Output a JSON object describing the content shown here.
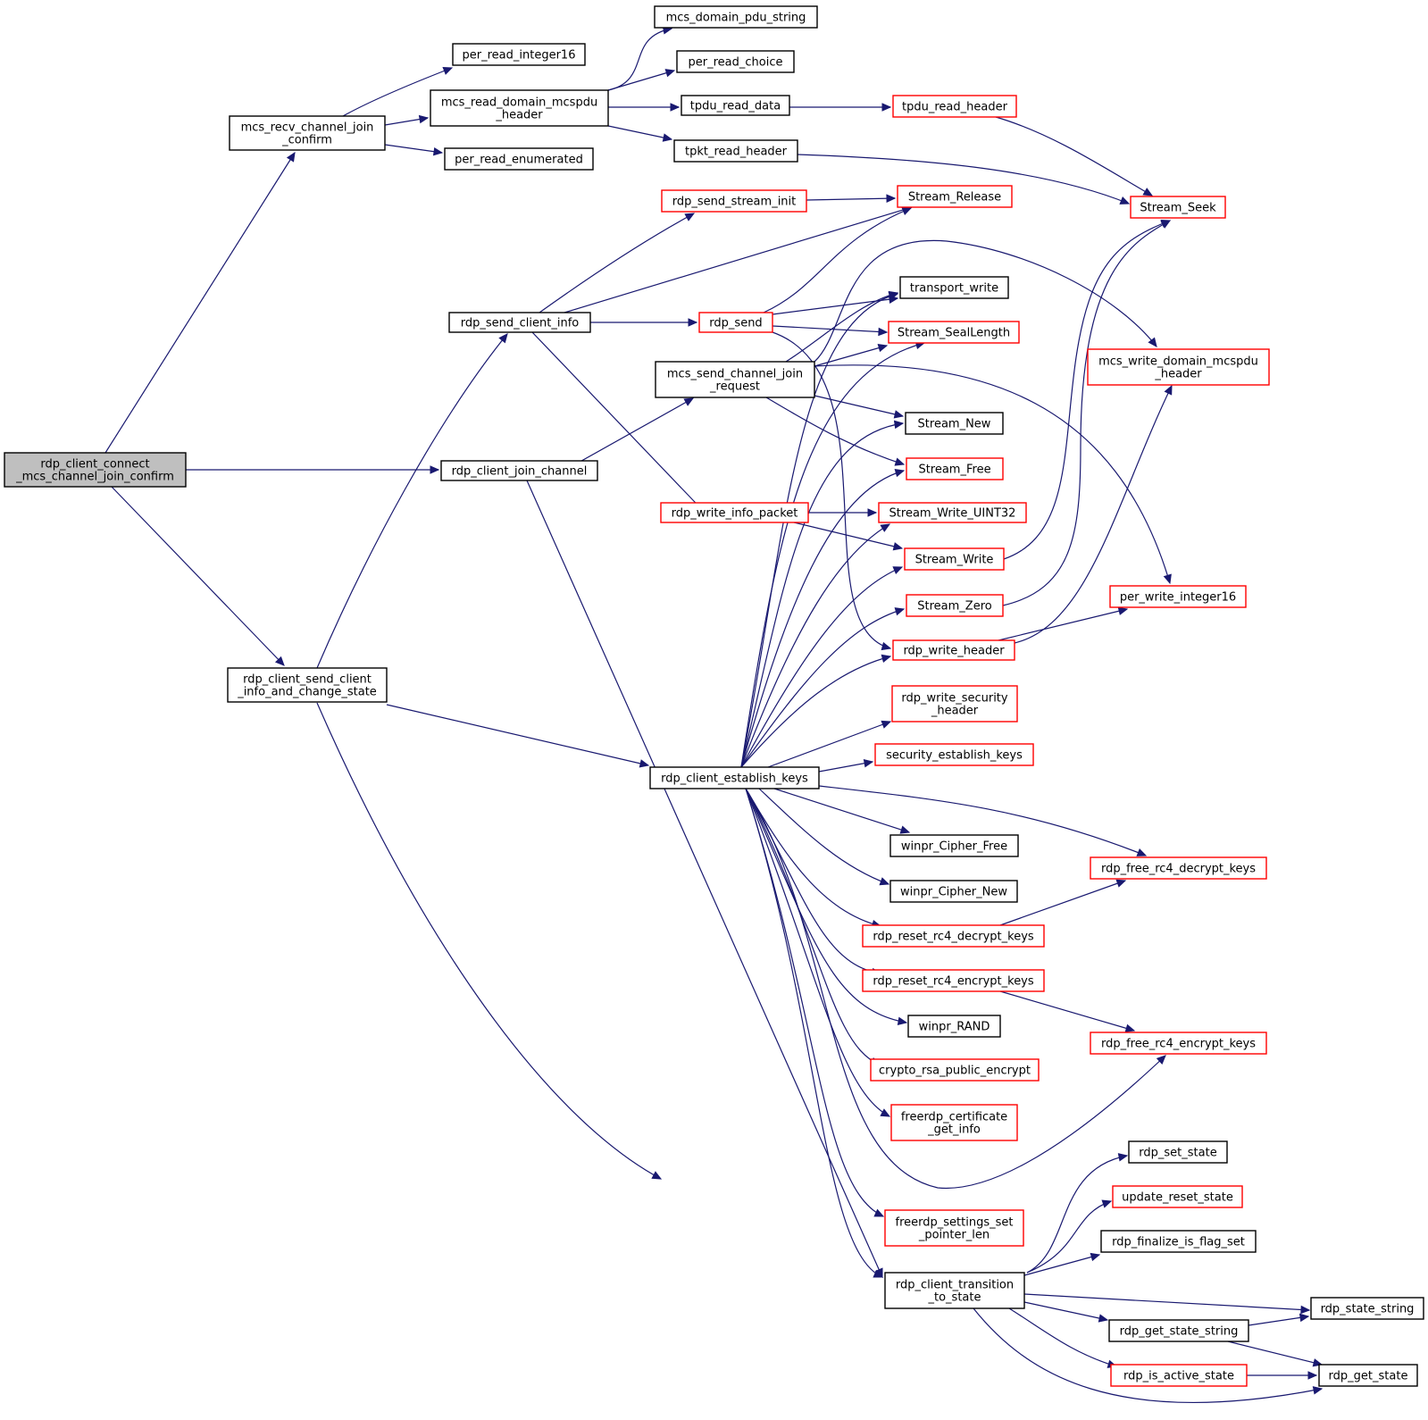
{
  "colors": {
    "edge": "#191970",
    "link_border": "#000000",
    "red_border": "#ff0000",
    "root_fill": "#bfbfbf"
  },
  "nodes": [
    {
      "id": "root",
      "lines": [
        "rdp_client_connect",
        "_mcs_channel_join_confirm"
      ],
      "border": "black",
      "root": true
    },
    {
      "id": "mcs_recv",
      "lines": [
        "mcs_recv_channel_join",
        "_confirm"
      ],
      "border": "black"
    },
    {
      "id": "join_channel",
      "lines": [
        "rdp_client_join_channel"
      ],
      "border": "black"
    },
    {
      "id": "send_client_info_cs",
      "lines": [
        "rdp_client_send_client",
        "_info_and_change_state"
      ],
      "border": "black"
    },
    {
      "id": "per_read_integer16",
      "lines": [
        "per_read_integer16"
      ],
      "border": "black"
    },
    {
      "id": "mcs_read_domain",
      "lines": [
        "mcs_read_domain_mcspdu",
        "_header"
      ],
      "border": "black"
    },
    {
      "id": "per_read_enumerated",
      "lines": [
        "per_read_enumerated"
      ],
      "border": "black"
    },
    {
      "id": "mcs_domain_pdu_string",
      "lines": [
        "mcs_domain_pdu_string"
      ],
      "border": "black"
    },
    {
      "id": "per_read_choice",
      "lines": [
        "per_read_choice"
      ],
      "border": "black"
    },
    {
      "id": "tpdu_read_data",
      "lines": [
        "tpdu_read_data"
      ],
      "border": "black"
    },
    {
      "id": "tpkt_read_header",
      "lines": [
        "tpkt_read_header"
      ],
      "border": "black"
    },
    {
      "id": "tpdu_read_header",
      "lines": [
        "tpdu_read_header"
      ],
      "border": "red"
    },
    {
      "id": "stream_seek",
      "lines": [
        "Stream_Seek"
      ],
      "border": "red"
    },
    {
      "id": "send_stream_init",
      "lines": [
        "rdp_send_stream_init"
      ],
      "border": "red"
    },
    {
      "id": "stream_release",
      "lines": [
        "Stream_Release"
      ],
      "border": "red"
    },
    {
      "id": "send_client_info",
      "lines": [
        "rdp_send_client_info"
      ],
      "border": "black"
    },
    {
      "id": "rdp_send",
      "lines": [
        "rdp_send"
      ],
      "border": "red"
    },
    {
      "id": "transport_write",
      "lines": [
        "transport_write"
      ],
      "border": "black"
    },
    {
      "id": "stream_seallength",
      "lines": [
        "Stream_SealLength"
      ],
      "border": "red"
    },
    {
      "id": "mcs_write_domain",
      "lines": [
        "mcs_write_domain_mcspdu",
        "_header"
      ],
      "border": "red"
    },
    {
      "id": "mcs_send_join",
      "lines": [
        "mcs_send_channel_join",
        "_request"
      ],
      "border": "black"
    },
    {
      "id": "stream_new",
      "lines": [
        "Stream_New"
      ],
      "border": "black"
    },
    {
      "id": "stream_free",
      "lines": [
        "Stream_Free"
      ],
      "border": "red"
    },
    {
      "id": "write_info_packet",
      "lines": [
        "rdp_write_info_packet"
      ],
      "border": "red"
    },
    {
      "id": "stream_write_uint32",
      "lines": [
        "Stream_Write_UINT32"
      ],
      "border": "red"
    },
    {
      "id": "stream_write",
      "lines": [
        "Stream_Write"
      ],
      "border": "red"
    },
    {
      "id": "per_write_integer16",
      "lines": [
        "per_write_integer16"
      ],
      "border": "red"
    },
    {
      "id": "stream_zero",
      "lines": [
        "Stream_Zero"
      ],
      "border": "red"
    },
    {
      "id": "write_header",
      "lines": [
        "rdp_write_header"
      ],
      "border": "red"
    },
    {
      "id": "write_security_header",
      "lines": [
        "rdp_write_security",
        "_header"
      ],
      "border": "red"
    },
    {
      "id": "security_establish_keys",
      "lines": [
        "security_establish_keys"
      ],
      "border": "red"
    },
    {
      "id": "establish_keys",
      "lines": [
        "rdp_client_establish_keys"
      ],
      "border": "black"
    },
    {
      "id": "cipher_free",
      "lines": [
        "winpr_Cipher_Free"
      ],
      "border": "black"
    },
    {
      "id": "free_rc4_decrypt",
      "lines": [
        "rdp_free_rc4_decrypt_keys"
      ],
      "border": "red"
    },
    {
      "id": "cipher_new",
      "lines": [
        "winpr_Cipher_New"
      ],
      "border": "black"
    },
    {
      "id": "reset_rc4_decrypt",
      "lines": [
        "rdp_reset_rc4_decrypt_keys"
      ],
      "border": "red"
    },
    {
      "id": "reset_rc4_encrypt",
      "lines": [
        "rdp_reset_rc4_encrypt_keys"
      ],
      "border": "red"
    },
    {
      "id": "winpr_rand",
      "lines": [
        "winpr_RAND"
      ],
      "border": "black"
    },
    {
      "id": "free_rc4_encrypt",
      "lines": [
        "rdp_free_rc4_encrypt_keys"
      ],
      "border": "red"
    },
    {
      "id": "crypto_rsa",
      "lines": [
        "crypto_rsa_public_encrypt"
      ],
      "border": "red"
    },
    {
      "id": "cert_get_info",
      "lines": [
        "freerdp_certificate",
        "_get_info"
      ],
      "border": "red"
    },
    {
      "id": "set_state",
      "lines": [
        "rdp_set_state"
      ],
      "border": "black"
    },
    {
      "id": "update_reset_state",
      "lines": [
        "update_reset_state"
      ],
      "border": "red"
    },
    {
      "id": "finalize_flag",
      "lines": [
        "rdp_finalize_is_flag_set"
      ],
      "border": "black"
    },
    {
      "id": "settings_pointer_len",
      "lines": [
        "freerdp_settings_set",
        "_pointer_len"
      ],
      "border": "red"
    },
    {
      "id": "transition",
      "lines": [
        "rdp_client_transition",
        "_to_state"
      ],
      "border": "black"
    },
    {
      "id": "state_string",
      "lines": [
        "rdp_state_string"
      ],
      "border": "black"
    },
    {
      "id": "get_state_string",
      "lines": [
        "rdp_get_state_string"
      ],
      "border": "black"
    },
    {
      "id": "is_active_state",
      "lines": [
        "rdp_is_active_state"
      ],
      "border": "red"
    },
    {
      "id": "get_state",
      "lines": [
        "rdp_get_state"
      ],
      "border": "black"
    }
  ],
  "edges": [
    [
      "root",
      "mcs_recv"
    ],
    [
      "root",
      "join_channel"
    ],
    [
      "root",
      "send_client_info_cs"
    ],
    [
      "mcs_recv",
      "per_read_integer16"
    ],
    [
      "mcs_recv",
      "mcs_read_domain"
    ],
    [
      "mcs_recv",
      "per_read_enumerated"
    ],
    [
      "mcs_read_domain",
      "mcs_domain_pdu_string"
    ],
    [
      "mcs_read_domain",
      "per_read_choice"
    ],
    [
      "mcs_read_domain",
      "tpdu_read_data"
    ],
    [
      "mcs_read_domain",
      "tpkt_read_header"
    ],
    [
      "tpdu_read_data",
      "tpdu_read_header"
    ],
    [
      "tpdu_read_header",
      "stream_seek"
    ],
    [
      "tpkt_read_header",
      "stream_seek"
    ],
    [
      "send_client_info_cs",
      "send_client_info"
    ],
    [
      "send_client_info_cs",
      "establish_keys"
    ],
    [
      "send_client_info_cs",
      "transition"
    ],
    [
      "join_channel",
      "mcs_send_join"
    ],
    [
      "join_channel",
      "transition"
    ],
    [
      "send_client_info",
      "send_stream_init"
    ],
    [
      "send_client_info",
      "stream_release"
    ],
    [
      "send_client_info",
      "rdp_send"
    ],
    [
      "send_client_info",
      "write_info_packet"
    ],
    [
      "send_stream_init",
      "stream_release"
    ],
    [
      "rdp_send",
      "stream_release"
    ],
    [
      "rdp_send",
      "transport_write"
    ],
    [
      "rdp_send",
      "stream_seallength"
    ],
    [
      "rdp_send",
      "write_header"
    ],
    [
      "mcs_send_join",
      "transport_write"
    ],
    [
      "mcs_send_join",
      "stream_seallength"
    ],
    [
      "mcs_send_join",
      "mcs_write_domain"
    ],
    [
      "mcs_send_join",
      "per_write_integer16"
    ],
    [
      "mcs_send_join",
      "stream_new"
    ],
    [
      "mcs_send_join",
      "stream_free"
    ],
    [
      "write_info_packet",
      "stream_write_uint32"
    ],
    [
      "write_info_packet",
      "stream_write"
    ],
    [
      "stream_write",
      "stream_seek"
    ],
    [
      "stream_zero",
      "stream_seek"
    ],
    [
      "write_header",
      "mcs_write_domain"
    ],
    [
      "write_header",
      "per_write_integer16"
    ],
    [
      "establish_keys",
      "transport_write"
    ],
    [
      "establish_keys",
      "stream_seallength"
    ],
    [
      "establish_keys",
      "stream_new"
    ],
    [
      "establish_keys",
      "stream_free"
    ],
    [
      "establish_keys",
      "stream_write_uint32"
    ],
    [
      "establish_keys",
      "stream_write"
    ],
    [
      "establish_keys",
      "stream_zero"
    ],
    [
      "establish_keys",
      "write_header"
    ],
    [
      "establish_keys",
      "write_security_header"
    ],
    [
      "establish_keys",
      "security_establish_keys"
    ],
    [
      "establish_keys",
      "cipher_free"
    ],
    [
      "establish_keys",
      "free_rc4_decrypt"
    ],
    [
      "establish_keys",
      "cipher_new"
    ],
    [
      "establish_keys",
      "reset_rc4_decrypt"
    ],
    [
      "establish_keys",
      "reset_rc4_encrypt"
    ],
    [
      "establish_keys",
      "winpr_rand"
    ],
    [
      "establish_keys",
      "crypto_rsa"
    ],
    [
      "establish_keys",
      "cert_get_info"
    ],
    [
      "establish_keys",
      "free_rc4_encrypt"
    ],
    [
      "establish_keys",
      "settings_pointer_len"
    ],
    [
      "establish_keys",
      "transition"
    ],
    [
      "reset_rc4_decrypt",
      "free_rc4_decrypt"
    ],
    [
      "reset_rc4_encrypt",
      "free_rc4_encrypt"
    ],
    [
      "transition",
      "set_state"
    ],
    [
      "transition",
      "update_reset_state"
    ],
    [
      "transition",
      "finalize_flag"
    ],
    [
      "transition",
      "state_string"
    ],
    [
      "transition",
      "get_state_string"
    ],
    [
      "transition",
      "is_active_state"
    ],
    [
      "transition",
      "get_state"
    ],
    [
      "get_state_string",
      "state_string"
    ],
    [
      "get_state_string",
      "get_state"
    ],
    [
      "is_active_state",
      "get_state"
    ]
  ]
}
